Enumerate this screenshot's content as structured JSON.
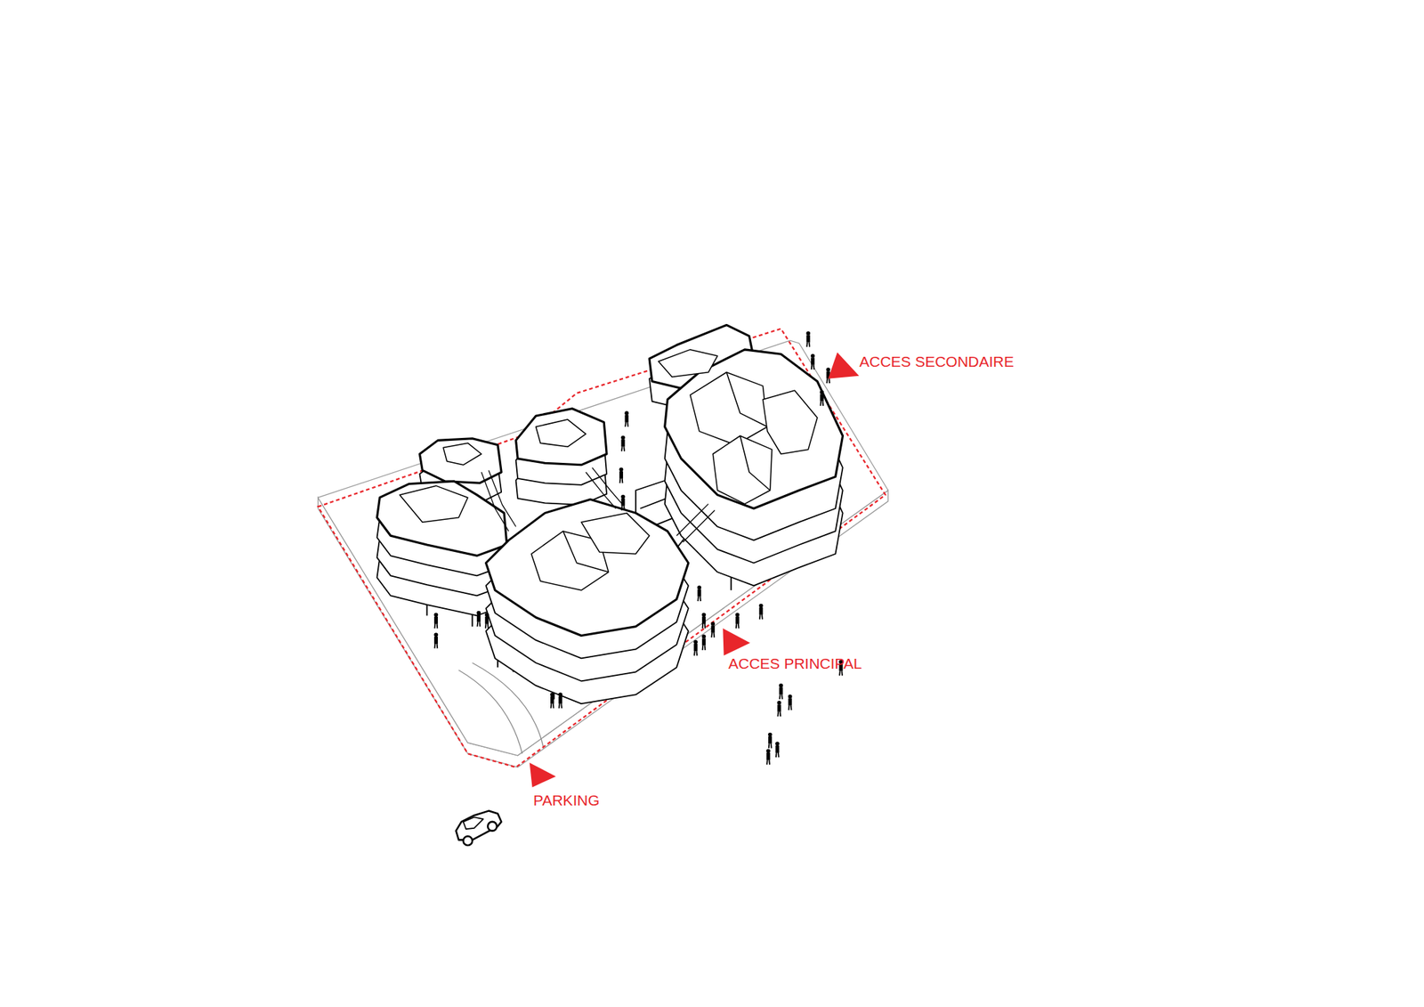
{
  "diagram": {
    "labels": [
      "ACCES SECONDAIRE",
      "ACCES PRINCIPAL",
      "PARKING"
    ]
  }
}
